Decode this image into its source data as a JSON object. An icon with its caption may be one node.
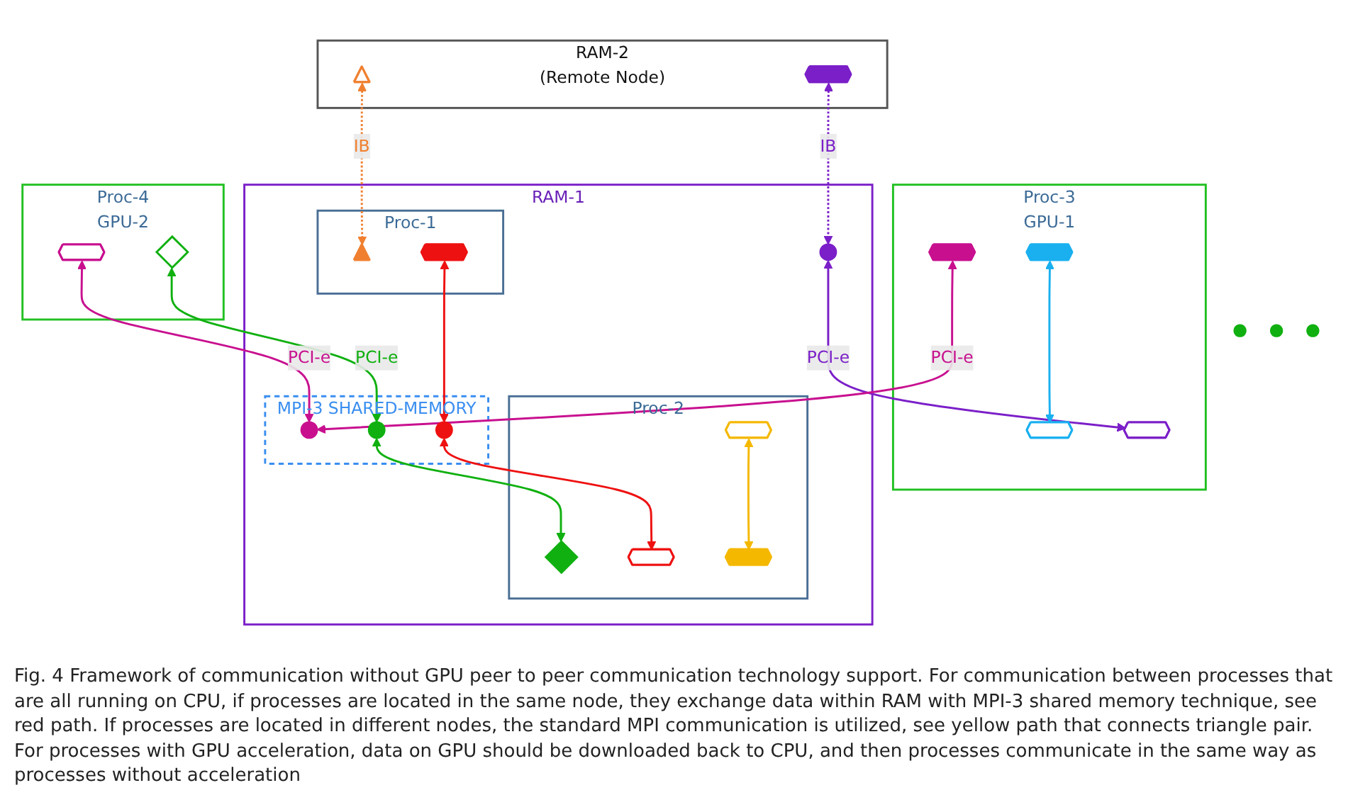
{
  "diagram": {
    "caption": "Fig. 4 Framework of communication without GPU peer to peer communication technology support. For communication between processes that are all running on CPU, if processes are located in the same node, they exchange data within RAM with MPI-3 shared memory technique, see red path. If processes are located in different nodes, the standard MPI communication is utilized, see yellow path that connects triangle pair. For processes with GPU acceleration, data on GPU should be downloaded back to CPU, and then processes communicate in the same way as processes without acceleration",
    "nodes": [
      {
        "text": [
          "RAM-2",
          "(Remote Node)"
        ]
      },
      {
        "text": [],
        "shape": "triangle",
        "in": 0
      },
      {
        "text": [],
        "shape": "star",
        "in": 0
      },
      {
        "text": [
          "Proc-3",
          "GPU-1"
        ]
      },
      {
        "text": [],
        "shape": "star",
        "in": 3
      },
      {
        "text": [],
        "shape": "star",
        "in": 3
      },
      {
        "text": [],
        "shape": "star",
        "in": 3
      },
      {
        "text": [],
        "shape": "star",
        "in": 3
      },
      {
        "text": [
          "Proc-4",
          "GPU-2"
        ]
      },
      {
        "text": [],
        "shape": "star",
        "in": 8
      },
      {
        "text": [],
        "shape": "diamond",
        "in": 8
      },
      {
        "text": [
          "RAM-1"
        ]
      },
      {
        "text": [],
        "shape": "circle",
        "in": 11
      },
      {
        "text": [
          "Proc-1"
        ],
        "in": 11
      },
      {
        "text": [],
        "shape": "triangle",
        "in": 13
      },
      {
        "text": [],
        "shape": "star",
        "in": 13
      },
      {
        "text": [
          "MPI-3 SHARED-MEMORY"
        ],
        "in": 11
      },
      {
        "text": [],
        "shape": "circle",
        "in": 16
      },
      {
        "text": [],
        "shape": "circle",
        "in": 16
      },
      {
        "text": [],
        "shape": "circle",
        "in": 16
      },
      {
        "text": [
          "Proc-2"
        ],
        "in": 11
      },
      {
        "text": [],
        "shape": "pentagon",
        "in": 20
      },
      {
        "text": [],
        "shape": "diamond",
        "in": 20
      },
      {
        "text": [],
        "shape": "star",
        "in": 20
      },
      {
        "text": [],
        "shape": "pentagon",
        "in": 20
      }
    ],
    "edges": [
      {
        "from": 1,
        "to": 14,
        "arrow": "both",
        "label": "IB",
        "style": "dashed",
        "color": "#f08030"
      },
      {
        "from": 2,
        "to": 12,
        "arrow": "both",
        "label": "IB",
        "style": "dashed",
        "color": "#7b1fc8"
      },
      {
        "from": 12,
        "to": 6,
        "arrow": "both",
        "label": "PCI-e",
        "color": "#7b1fc8"
      },
      {
        "from": 4,
        "to": 5,
        "arrow": "both",
        "color": "#1ab0f0"
      },
      {
        "from": 7,
        "to": 17,
        "arrow": "both",
        "label": "PCI-e",
        "color": "#c8108f"
      },
      {
        "from": 9,
        "to": 17,
        "arrow": "both",
        "label": "PCI-e",
        "color": "#c8108f"
      },
      {
        "from": 10,
        "to": 18,
        "arrow": "both",
        "label": "PCI-e",
        "color": "#10b010"
      },
      {
        "from": 18,
        "to": 22,
        "arrow": "both",
        "color": "#10b010"
      },
      {
        "from": 15,
        "to": 19,
        "arrow": "both",
        "color": "#ee1111"
      },
      {
        "from": 19,
        "to": 23,
        "arrow": "both",
        "color": "#ee1111"
      },
      {
        "from": 21,
        "to": 24,
        "arrow": "both",
        "color": "#f5b800"
      }
    ],
    "labels": [
      "• • •"
    ]
  }
}
